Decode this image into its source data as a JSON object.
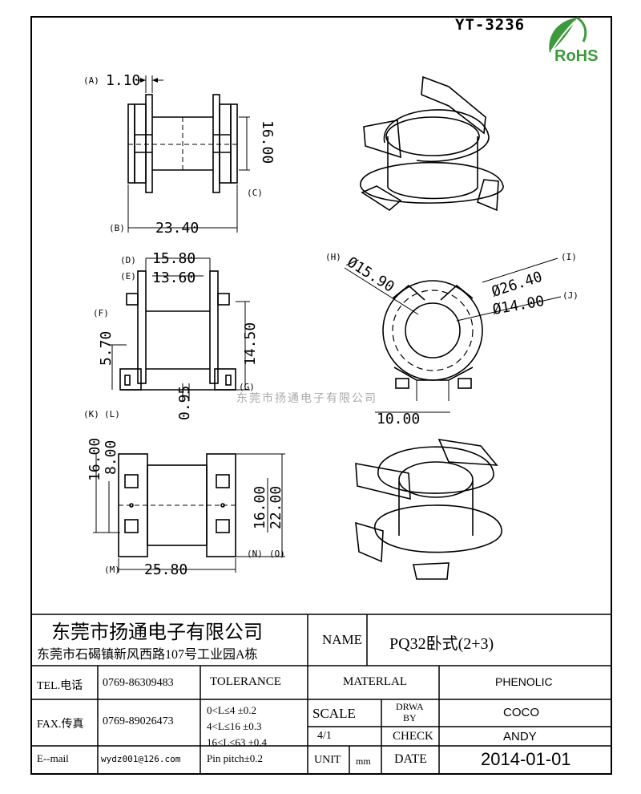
{
  "part_code": "YT-3236",
  "rohs_label": "RoHS",
  "watermark": "东莞市扬通电子有限公司",
  "dimensions": {
    "A": {
      "tag": "(A)",
      "value": "1.10"
    },
    "B": {
      "tag": "(B)",
      "value": "23.40"
    },
    "C": {
      "tag": "(C)",
      "value": "16.00"
    },
    "D": {
      "tag": "(D)",
      "value": "15.80"
    },
    "E": {
      "tag": "(E)",
      "value": "13.60"
    },
    "F": {
      "tag": "(F)",
      "value": "5.70"
    },
    "G": {
      "tag": "(G)",
      "value": "14.50"
    },
    "dim_095": {
      "value": "0.95"
    },
    "H": {
      "tag": "(H)",
      "value": "Ø15.90"
    },
    "I": {
      "tag": "(I)",
      "value": "Ø26.40"
    },
    "J": {
      "tag": "(J)",
      "value": "Ø14.00"
    },
    "dim_1000": {
      "value": "10.00"
    },
    "K": {
      "tag": "(K)",
      "value": "16.00"
    },
    "L": {
      "tag": "(L)",
      "value": "8.00"
    },
    "M": {
      "tag": "(M)",
      "value": "25.80"
    },
    "N": {
      "tag": "(N)",
      "value": "16.00"
    },
    "O": {
      "tag": "(O)",
      "value": "22.00"
    }
  },
  "title_block": {
    "company_name": "东莞市扬通电子有限公司",
    "company_address": "东莞市石碣镇新风西路107号工业园A栋",
    "tel_label": "TEL.电话",
    "tel_value": "0769-86309483",
    "fax_label": "FAX.传真",
    "fax_value": "0769-89026473",
    "email_label": "E--mail",
    "email_value": "wydz001@126.com",
    "tolerance_label": "TOLERANCE",
    "tolerance_lines": [
      "0<L≤4    ±0.2",
      "4<L≤16  ±0.3",
      "16<L≤63 ±0.4",
      "Pin pitch±0.2"
    ],
    "name_label": "NAME",
    "name_value": "PQ32卧式(2+3)",
    "material_label": "MATERLAL",
    "material_value": "PHENOLIC",
    "scale_label": "SCALE",
    "scale_value": "4/1",
    "drwa_label": "DRWA\nBY",
    "drwa_value": "COCO",
    "check_label": "CHECK",
    "check_value": "ANDY",
    "unit_label": "UNIT",
    "unit_value": "mm",
    "date_label": "DATE",
    "date_value": "2014-01-01"
  }
}
